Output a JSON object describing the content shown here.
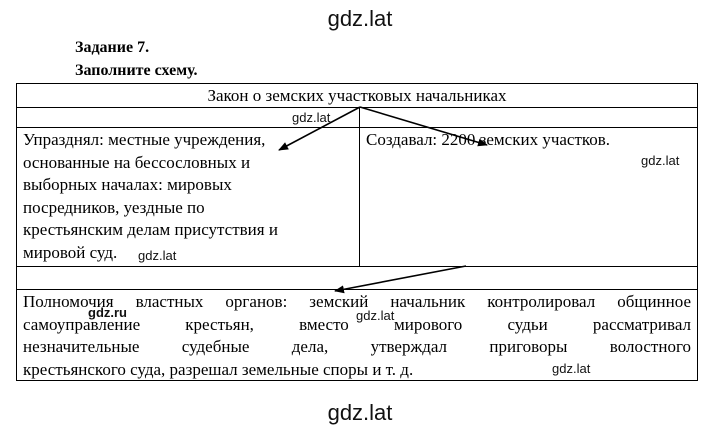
{
  "watermarks": {
    "top": "gdz.lat",
    "bottom": "gdz.lat",
    "inline_lat": "gdz.lat",
    "inline_ru": "gdz.ru"
  },
  "task": {
    "number": "Задание 7.",
    "instruction": "Заполните схему."
  },
  "scheme": {
    "title": "Закон о земских участковых начальниках",
    "left_box": [
      "Упразднял: местные учреждения,",
      "основанные на бессословных и",
      "выборных началах: мировых",
      "посредников, уездные по",
      "крестьянским делам присутствия и",
      "мировой суд."
    ],
    "right_box": "Создавал: 2200 земских участков.",
    "bottom_box": [
      "Полномочия властных органов: земский начальник контролировал общинное",
      "самоуправление крестьян, вместо мирового судьи рассматривал",
      "незначительные судебные дела, утверждал приговоры волостного",
      "крестьянского суда, разрешал земельные споры и т. д."
    ]
  }
}
